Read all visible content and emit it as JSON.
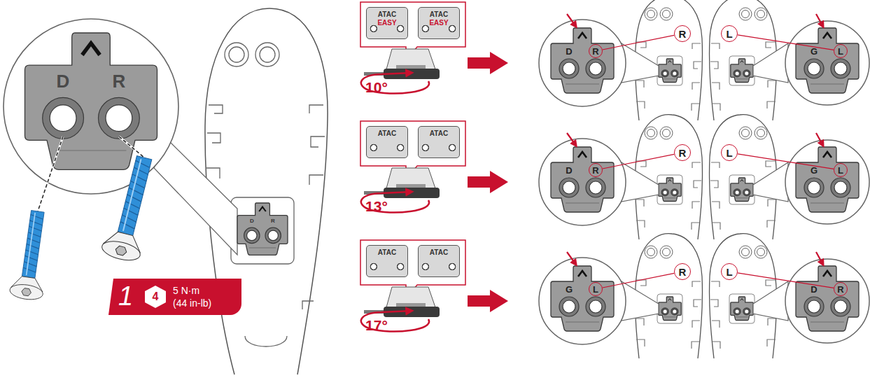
{
  "diagram": {
    "nodes": [
      {
        "text": [
          "1",
          "5 N·m",
          "(44 in-lb)"
        ]
      },
      {
        "text": [
          "4"
        ],
        "in": 0
      },
      {
        "text": [
          "ATAC",
          "EASY"
        ]
      },
      {
        "text": [
          "ATAC",
          "EASY"
        ]
      },
      {
        "text": [
          "R"
        ]
      },
      {
        "text": [
          "R"
        ]
      },
      {
        "text": [
          "L"
        ]
      },
      {
        "text": [
          "L"
        ]
      },
      {
        "text": [
          "ATAC"
        ]
      },
      {
        "text": [
          "ATAC"
        ]
      },
      {
        "text": [
          "R"
        ]
      },
      {
        "text": [
          "R"
        ]
      },
      {
        "text": [
          "L"
        ]
      },
      {
        "text": [
          "L"
        ]
      },
      {
        "text": [
          "ATAC"
        ]
      },
      {
        "text": [
          "ATAC"
        ]
      },
      {
        "text": [
          "L"
        ]
      },
      {
        "text": [
          "R"
        ]
      },
      {
        "text": [
          "L"
        ]
      },
      {
        "text": [
          "R"
        ]
      }
    ],
    "edges": [
      {
        "from": 4,
        "to": 5,
        "arrow": "none"
      },
      {
        "from": 6,
        "to": 7,
        "arrow": "none"
      },
      {
        "from": 10,
        "to": 11,
        "arrow": "none"
      },
      {
        "from": 12,
        "to": 13,
        "arrow": "none"
      },
      {
        "from": 16,
        "to": 17,
        "arrow": "none"
      },
      {
        "from": 18,
        "to": 19,
        "arrow": "none"
      }
    ],
    "labels": [
      "D",
      "R",
      "D",
      "R",
      "10°",
      "D",
      "G",
      "13°",
      "D",
      "G",
      "17°",
      "G",
      "D"
    ]
  }
}
